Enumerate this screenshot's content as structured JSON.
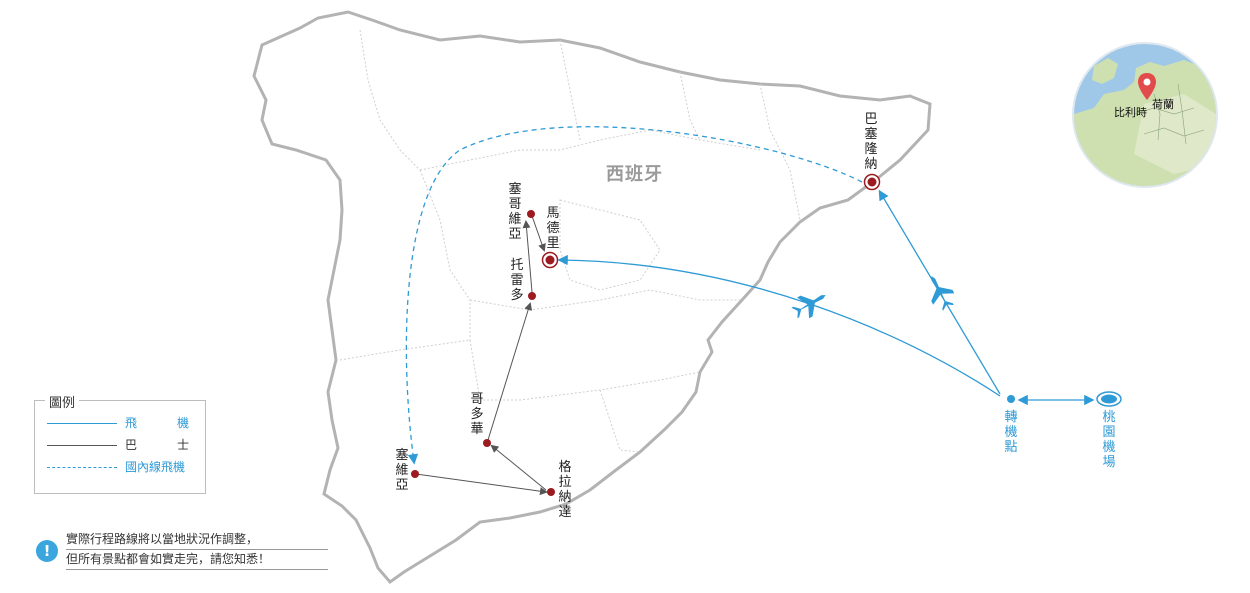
{
  "map": {
    "country_label": "西班牙",
    "cities": [
      {
        "name": "塞哥維亞"
      },
      {
        "name": "馬德里"
      },
      {
        "name": "托雷多"
      },
      {
        "name": "哥多華"
      },
      {
        "name": "格拉納達"
      },
      {
        "name": "塞維亞"
      },
      {
        "name": "巴塞隆納"
      }
    ],
    "transit": {
      "name": "轉機點"
    },
    "airport": {
      "name": "桃園機場"
    }
  },
  "legend": {
    "title": "圖例",
    "items": [
      {
        "label_a": "飛",
        "label_b": "機",
        "color": "#2e9ad6",
        "style": "solid"
      },
      {
        "label_a": "巴",
        "label_b": "士",
        "color": "#555555",
        "style": "solid"
      },
      {
        "label": "國內線飛機",
        "color": "#2e9ad6",
        "style": "dashed"
      }
    ]
  },
  "note": {
    "icon": "exclamation-icon",
    "line1": "實際行程路線將以當地狀況作調整，",
    "line2": "但所有景點都會如實走完，請您知悉！"
  },
  "inset": {
    "label_netherlands": "荷蘭",
    "label_belgium": "比利時"
  },
  "colors": {
    "flight": "#2e9ad6",
    "bus": "#555555",
    "city": "#9b1b20",
    "land_border": "#b3b3b3"
  }
}
